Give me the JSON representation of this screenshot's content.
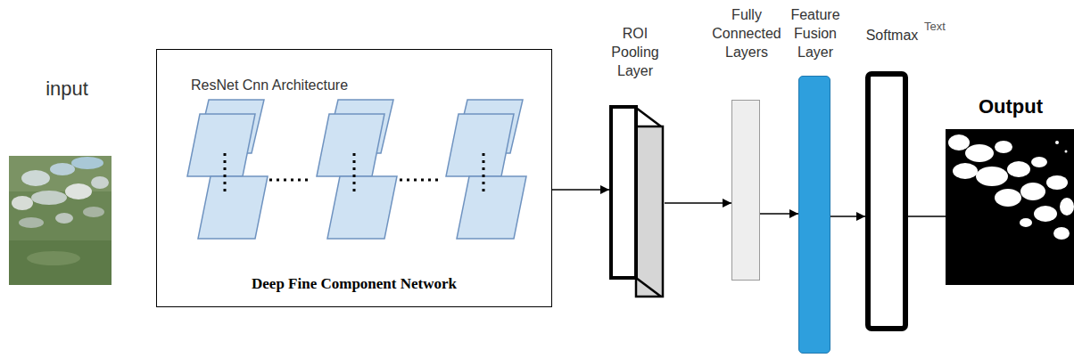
{
  "diagram": {
    "nodes": [
      {
        "text": [
          "input"
        ]
      },
      {
        "text": [
          "ResNet Cnn Architecture",
          "Deep Fine Component Network"
        ]
      },
      {
        "text": [
          "ROI Pooling Layer"
        ]
      },
      {
        "text": [
          "Fully Connected Layers"
        ]
      },
      {
        "text": [
          "Feature Fusion Layer"
        ]
      },
      {
        "text": [
          "Softmax"
        ]
      },
      {
        "text": [
          "Output"
        ]
      }
    ],
    "edges": [
      {
        "from": 1,
        "to": 2,
        "arrow": "to"
      },
      {
        "from": 2,
        "to": 3,
        "arrow": "to"
      },
      {
        "from": 3,
        "to": 4,
        "arrow": "to"
      },
      {
        "from": 4,
        "to": 5,
        "arrow": "to"
      },
      {
        "from": 5,
        "to": 6,
        "arrow": "none"
      }
    ],
    "labels": [
      "Text"
    ]
  }
}
